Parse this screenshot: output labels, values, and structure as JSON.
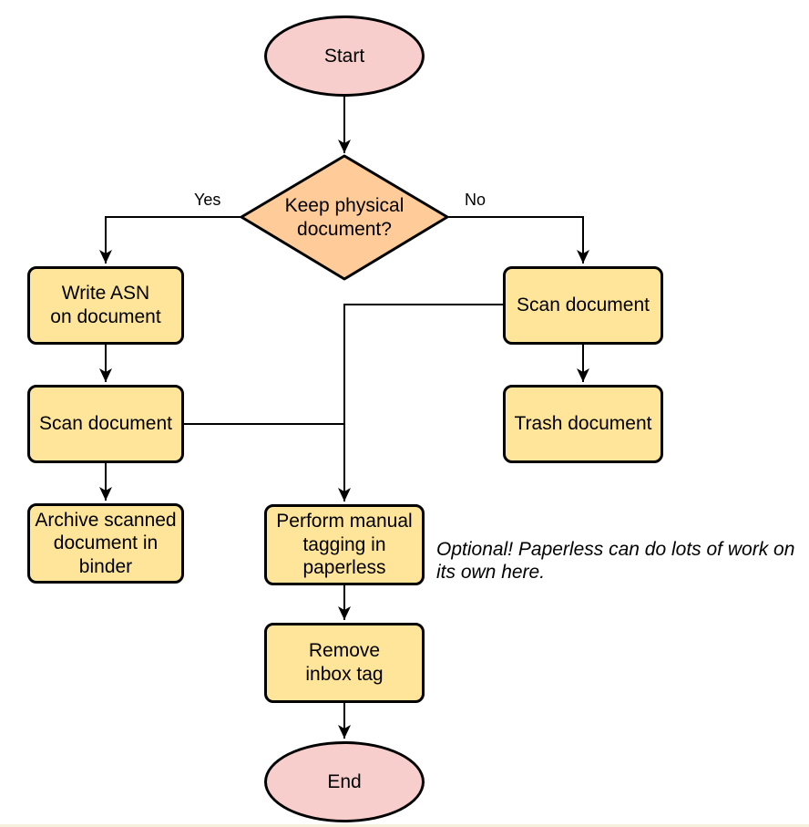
{
  "diagram_type": "flowchart",
  "colors": {
    "terminator_fill": "#f8cecc",
    "decision_fill": "#ffcc99",
    "process_fill": "#ffe599",
    "stroke": "#000000",
    "edge_stroke": "#000000",
    "bottom_rule": "#f5efdd"
  },
  "nodes": {
    "start": {
      "type": "terminator",
      "label": "Start"
    },
    "decision": {
      "type": "decision",
      "label": [
        "Keep physical",
        "document?"
      ]
    },
    "write_asn": {
      "type": "process",
      "label": [
        "Write ASN",
        "on document"
      ]
    },
    "scan_left": {
      "type": "process",
      "label": "Scan document"
    },
    "archive": {
      "type": "process",
      "label": [
        "Archive scanned",
        "document in",
        "binder"
      ]
    },
    "scan_right": {
      "type": "process",
      "label": "Scan document"
    },
    "trash": {
      "type": "process",
      "label": "Trash document"
    },
    "tagging": {
      "type": "process",
      "label": [
        "Perform manual",
        "tagging in",
        "paperless"
      ]
    },
    "remove_inbox": {
      "type": "process",
      "label": [
        "Remove",
        "inbox tag"
      ]
    },
    "end": {
      "type": "terminator",
      "label": "End"
    }
  },
  "edge_labels": {
    "yes": "Yes",
    "no": "No"
  },
  "annotation": {
    "lines": [
      "Optional! Paperless can do lots of work on",
      "its own here."
    ]
  }
}
